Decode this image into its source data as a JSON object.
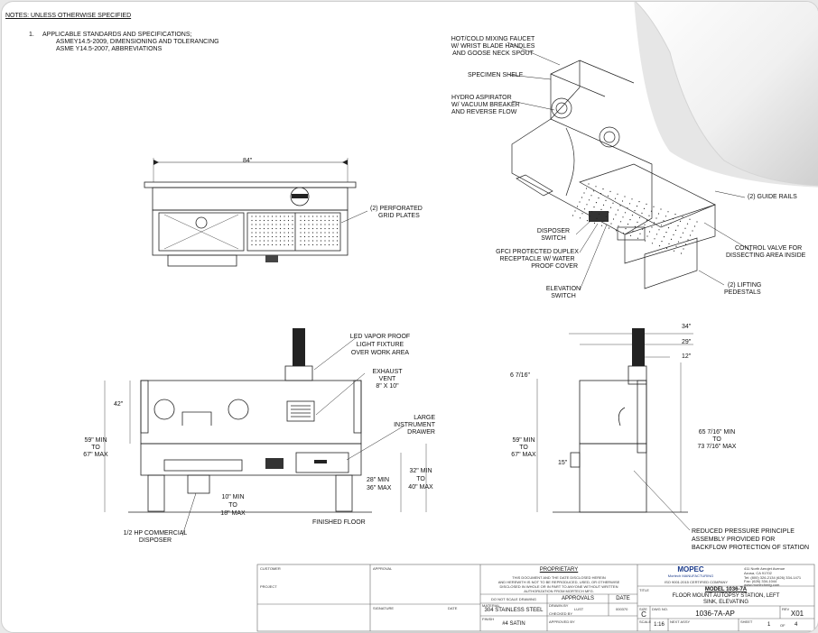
{
  "notes": {
    "header": "NOTES: UNLESS OTHERWISE SPECIFIED",
    "item_number": "1.",
    "item_line1": "APPLICABLE STANDARDS AND SPECIFICATIONS;",
    "item_line2": "ASMEY14.5-2009, DIMENSIONING AND TOLERANCING",
    "item_line3": "ASME Y14.5-2007, ABBREVIATIONS"
  },
  "top_view": {
    "width_dim": "84\"",
    "callout_grid_1": "(2) PERFORATED",
    "callout_grid_2": "GRID PLATES"
  },
  "iso_view": {
    "faucet_1": "HOT/COLD MIXING FAUCET",
    "faucet_2": "W/ WRIST BLADE HANDLES",
    "faucet_3": "AND GOOSE NECK SPOUT",
    "shelf": "SPECIMEN SHELF",
    "asp_1": "HYDRO ASPIRATOR",
    "asp_2": "W/ VACUUM BREAKER",
    "asp_3": "AND REVERSE FLOW",
    "guide": "(2) GUIDE RAILS",
    "disp_sw_1": "DISPOSER",
    "disp_sw_2": "SWITCH",
    "gfci_1": "GFCI PROTECTED DUPLEX",
    "gfci_2": "RECEPTACLE W/ WATER",
    "gfci_3": "PROOF COVER",
    "elev_1": "ELEVATION",
    "elev_2": "SWITCH",
    "ctrl_1": "CONTROL VALVE FOR",
    "ctrl_2": "DISSECTING AREA INSIDE",
    "lift_1": "(2) LIFTING",
    "lift_2": "PEDESTALS"
  },
  "front_view": {
    "led_1": "LED VAPOR PROOF",
    "led_2": "LIGHT FIXTURE",
    "led_3": "OVER WORK AREA",
    "exh_1": "EXHAUST",
    "exh_2": "VENT",
    "exh_3": "8\" X 10\"",
    "drawer_1": "LARGE",
    "drawer_2": "INSTRUMENT",
    "drawer_3": "DRAWER",
    "h59_1": "59\" MIN",
    "h59_2": "TO",
    "h59_3": "67\" MAX",
    "h42": "42\"",
    "h28_1": "28\" MIN",
    "h28_2": "36\" MAX",
    "h32_1": "32\" MIN",
    "h32_2": "TO",
    "h32_3": "40\" MAX",
    "h10_1": "10\" MIN",
    "h10_2": "TO",
    "h10_3": "18\" MAX",
    "floor": "FINISHED FLOOR",
    "disposer_1": "1/2 HP COMMERCIAL",
    "disposer_2": "DISPOSER"
  },
  "side_view": {
    "d34": "34\"",
    "d29": "29\"",
    "d12": "12\"",
    "d6": "6 7/16\"",
    "h59_1": "59\" MIN",
    "h59_2": "TO",
    "h59_3": "67\" MAX",
    "d15": "15\"",
    "h65_1": "65 7/16\" MIN",
    "h65_2": "TO",
    "h65_3": "73 7/16\" MAX",
    "rp_1": "REDUCED PRESSURE PRINCIPLE",
    "rp_2": "ASSEMBLY PROVIDED FOR",
    "rp_3": "BACKFLOW PROTECTION OF STATION"
  },
  "title_block": {
    "customer_label": "CUSTOMER",
    "approval_label": "APPROVAL",
    "project_label": "PROJECT",
    "signature_label": "SIGNATURE",
    "date_label": "DATE",
    "proprietary": "PROPRIETARY",
    "prop_1": "THIS DOCUMENT AND THE DATE DISCLOSED HEREIN",
    "prop_2": "AND HEREWITH IS NOT TO BE REPRODUCED, USED, OR OTHERWISE",
    "prop_3": "DISCLOSED IN WHOLE OR IN PART TO ANYONE WITHOUT WRITTEN",
    "prop_4": "AUTHORIZATION FROM MORTECH MFG.",
    "no_scale": "DO NOT SCALE DRAWING",
    "approvals": "APPROVALS",
    "date_col": "DATE",
    "material_label": "MATERIAL",
    "material": "304 STAINLESS STEEL",
    "drawn_label": "DRAWN BY",
    "drawn": "LUST",
    "drawn_date": "000370",
    "checked_label": "CHECKED BY",
    "finish_label": "FINISH",
    "finish": "#4 SATIN",
    "approved_label": "APPROVED BY",
    "logo": "MOPEC",
    "logo_sub": "Mortech MANUFACTURING",
    "iso": "ISO 9001:2015 CERTIFIED COMPANY",
    "addr_1": "411 North Aerojet Avenue",
    "addr_2": "Azusa, CA 91702",
    "addr_3": "Tel: (800) 326-2134 (626) 334-1471",
    "addr_4": "Fax: (626) 334-1044",
    "addr_5": "www.mortechmfg.com",
    "title_label": "TITLE",
    "model": "MODEL 1036-7A",
    "title_1": "FLOOR MOUNT AUTOPSY STATION, LEFT",
    "title_2": "SINK, ELEVATING",
    "size_label": "SIZE",
    "size": "C",
    "dwg_label": "DWG NO.",
    "dwg": "1036-7A-AP",
    "rev_label": "REV",
    "rev": "X01",
    "scale_label": "SCALE",
    "scale": "1:16",
    "next_label": "NEXT ASSY",
    "sheet_label": "SHEET",
    "sheet": "1",
    "of_label": "OF",
    "of": "4"
  },
  "colors": {
    "line": "#222222",
    "paper": "#ffffff",
    "curl": "#eeeeee"
  }
}
